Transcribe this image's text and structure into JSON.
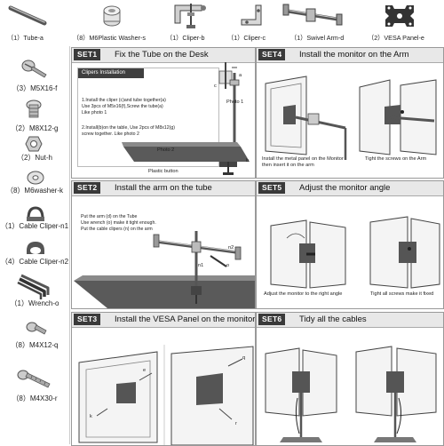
{
  "parts_top": [
    {
      "icon": "tube-icon",
      "label": "（1）Tube-a"
    },
    {
      "icon": "plastic-washer-icon",
      "label": "（8）M6Plastic Washer-s"
    },
    {
      "icon": "cliper-b-icon",
      "label": "（1）Cliper-b"
    },
    {
      "icon": "cliper-c-icon",
      "label": "（1）Cliper-c"
    },
    {
      "icon": "swivel-arm-icon",
      "label": "（1）Swivel Arm-d"
    },
    {
      "icon": "vesa-panel-icon",
      "label": "（2）VESA Panel-e"
    }
  ],
  "parts_left": [
    {
      "icon": "screw-m5x16-icon",
      "label": "（3）M5X16-f"
    },
    {
      "icon": "screw-m8x12-icon",
      "label": "（2）M8X12-g"
    },
    {
      "icon": "nut-icon",
      "label": "（2）Nut-h"
    },
    {
      "icon": "washer-icon",
      "label": "（8）M6washer-k"
    },
    {
      "icon": "cable-cliper-n1-icon",
      "label": "（1）Cable Cliper-n1"
    },
    {
      "icon": "cable-cliper-n2-icon",
      "label": "（4）Cable Cliper-n2"
    },
    {
      "icon": "wrench-icon",
      "label": "（1）Wrench-o"
    },
    {
      "icon": "screw-m4x12-icon",
      "label": "（8）M4X12-q"
    },
    {
      "icon": "screw-m4x30-icon",
      "label": "（8）M4X30-r"
    }
  ],
  "steps": {
    "set1": {
      "num": "SET1",
      "title": "Fix the Tube on the Desk",
      "box_title": "Clipers Installation",
      "lines": [
        "1.Install the cliper (c)and tube together(a)",
        "Use 3pcs of M5x16(f),Screw the tube(a)",
        "Like photo 1",
        "",
        "2.Install(b)on the table, Use 2pcs of M8x12(g)",
        "screw together.  Like photo 2"
      ],
      "photo1": "Photo 1",
      "photo2": "Photo 2",
      "plastic_button": "Plastic button",
      "letters": {
        "a": "a",
        "b": "b",
        "c": "c",
        "g": "g",
        "f": "f"
      }
    },
    "set2": {
      "num": "SET2",
      "title": "Install the arm on the tube",
      "lines": [
        "Put the arm (d) on the Tube",
        "Use wrench (o) make it tight enough.",
        "Put the cable clipers (n) on the arm"
      ],
      "letters": {
        "n1": "n1",
        "n2": "n2",
        "o": "o",
        "d": "d"
      }
    },
    "set3": {
      "num": "SET3",
      "title": "Install the VESA Panel on the monitor",
      "letters": {
        "e": "e",
        "k": "k",
        "q": "q",
        "r": "r"
      }
    },
    "set4": {
      "num": "SET4",
      "title": "Install the monitor on the Arm",
      "cap1": [
        "Install the metal panel on the Monitor",
        "then insert it on the arm"
      ],
      "cap2": "Tight the screws on the Arm"
    },
    "set5": {
      "num": "SET5",
      "title": "Adjust the monitor angle",
      "cap1": "Adjust the monitor to the right angle",
      "cap2": "Tight all screws make it fixed"
    },
    "set6": {
      "num": "SET6",
      "title": "Tidy all the cables"
    }
  }
}
